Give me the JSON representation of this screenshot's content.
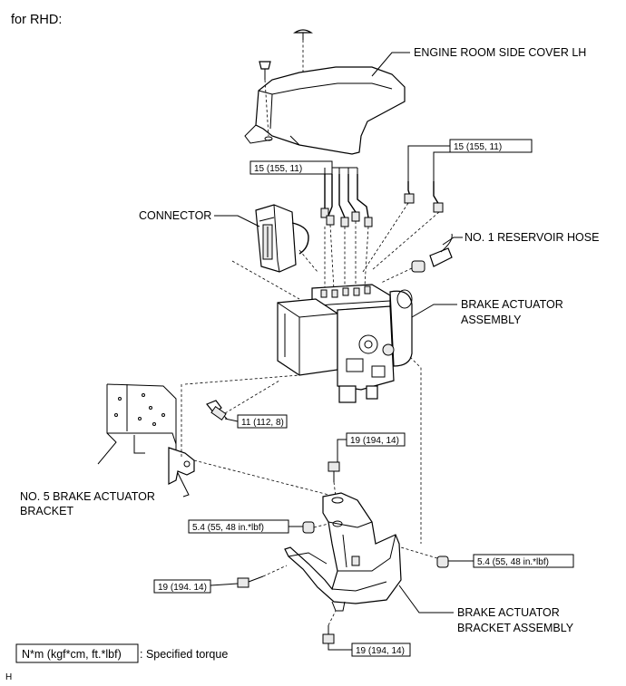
{
  "heading": "for RHD:",
  "labels": {
    "engine_cover": "ENGINE ROOM SIDE COVER LH",
    "connector": "CONNECTOR",
    "reservoir_hose": "NO. 1 RESERVOIR HOSE",
    "actuator_line1": "BRAKE ACTUATOR",
    "actuator_line2": "ASSEMBLY",
    "bracket5_line1": "NO. 5 BRAKE ACTUATOR",
    "bracket5_line2": "BRACKET",
    "bracket_assy_line1": "BRAKE ACTUATOR",
    "bracket_assy_line2": "BRACKET ASSEMBLY"
  },
  "torques": {
    "pipes_left": "15 (155, 11)",
    "pipes_right": "15 (155, 11)",
    "bolt_11": "11 (112, 8)",
    "bolt_19_top": "19 (194, 14)",
    "nut_54_left": "5.4 (55, 48 in.*lbf)",
    "nut_54_right": "5.4 (55, 48 in.*lbf)",
    "bolt_19_left": "19 (194. 14)",
    "bolt_19_bottom": "19 (194, 14)"
  },
  "legend": {
    "unit": "N*m (kgf*cm, ft.*lbf)",
    "text": ": Specified torque"
  },
  "footer_code": "H"
}
